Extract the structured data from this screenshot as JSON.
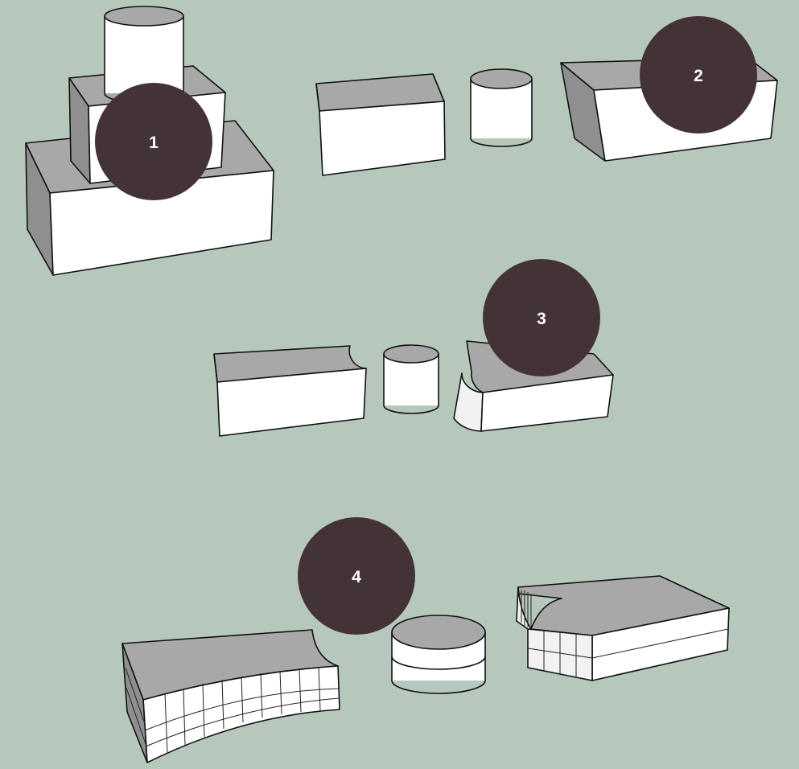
{
  "background_color": "#b6c8bc",
  "badge_color": "#433236",
  "steps": [
    {
      "number": "1"
    },
    {
      "number": "2"
    },
    {
      "number": "3"
    },
    {
      "number": "4"
    }
  ]
}
